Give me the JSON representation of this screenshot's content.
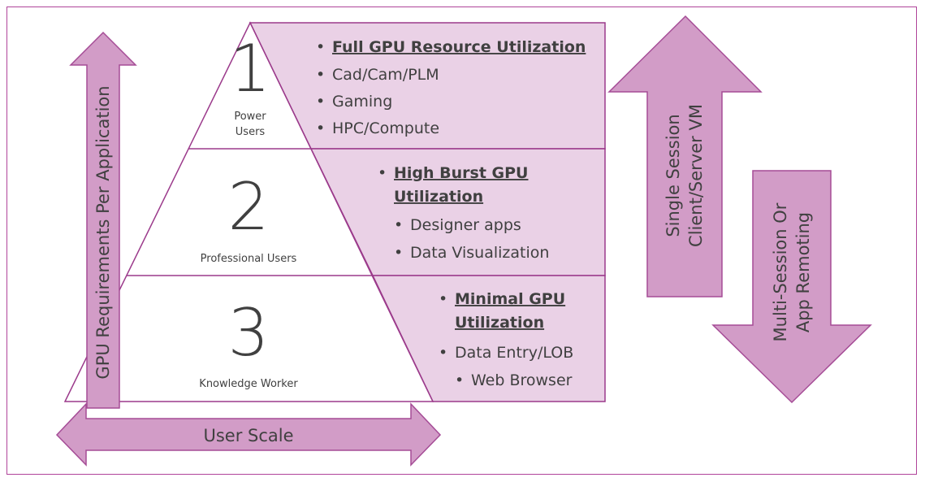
{
  "tiers": [
    {
      "number": "1",
      "label_line1": "Power",
      "label_line2": "Users",
      "bullets": [
        {
          "text": "Full GPU Resource Utilization"
        },
        {
          "text": "Cad/Cam/PLM"
        },
        {
          "text": "Gaming"
        },
        {
          "text": "HPC/Compute"
        }
      ]
    },
    {
      "number": "2",
      "label": "Professional Users",
      "bullets": [
        {
          "line1": "High Burst GPU",
          "line2": "Utilization"
        },
        {
          "text": "Designer apps"
        },
        {
          "text": "Data Visualization"
        }
      ]
    },
    {
      "number": "3",
      "label": "Knowledge Worker",
      "bullets": [
        {
          "line1": "Minimal GPU",
          "line2": "Utilization"
        },
        {
          "text": "Data Entry/LOB"
        },
        {
          "text": "Web Browser"
        }
      ]
    }
  ],
  "arrows": {
    "vertical_left": "GPU Requirements Per Application",
    "horizontal_bottom": "User Scale",
    "up_right_line1": "Single Session",
    "up_right_line2": "Client/Server VM",
    "down_right_line1": "Multi-Session  Or",
    "down_right_line2": "App Remoting"
  },
  "bullet_char": "•",
  "colors": {
    "frame": "#b0449a",
    "panel_fill": "#ead1e6",
    "arrow_fill": "#d29cc7",
    "arrow_stroke": "#a54c96",
    "line": "#9b3a8b",
    "text": "#404040"
  }
}
